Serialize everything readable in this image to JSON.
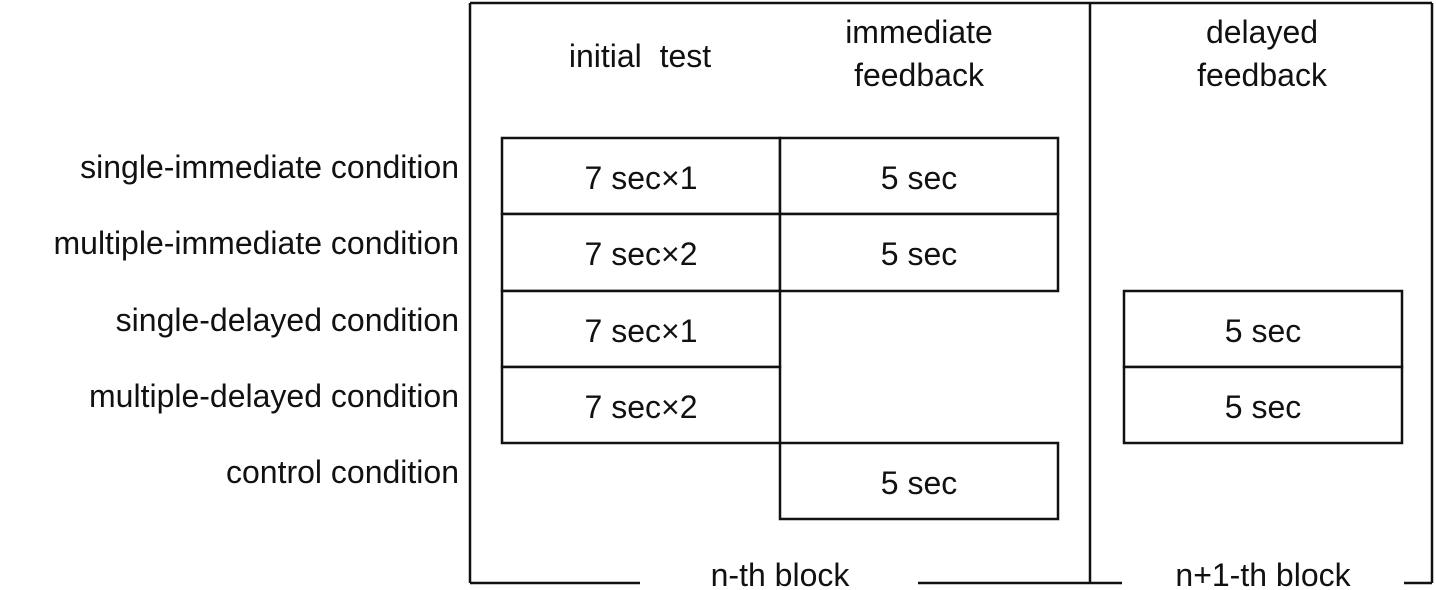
{
  "headers": {
    "initial_test": "initial  test",
    "immediate_feedback_line1": "immediate",
    "immediate_feedback_line2": "feedback",
    "delayed_feedback_line1": "delayed",
    "delayed_feedback_line2": "feedback"
  },
  "conditions": [
    "single-immediate condition",
    "multiple-immediate condition",
    "single-delayed condition",
    "multiple-delayed condition",
    "control condition"
  ],
  "cells": {
    "single_immediate_test": "7 sec×1",
    "single_immediate_feedback": "5 sec",
    "multiple_immediate_test": "7 sec×2",
    "multiple_immediate_feedback": "5 sec",
    "single_delayed_test": "7 sec×1",
    "single_delayed_feedback": "5 sec",
    "multiple_delayed_test": "7 sec×2",
    "multiple_delayed_feedback": "5 sec",
    "control_feedback": "5 sec"
  },
  "blocks": {
    "nth": "n-th block",
    "n_plus_1": "n+1-th block"
  }
}
